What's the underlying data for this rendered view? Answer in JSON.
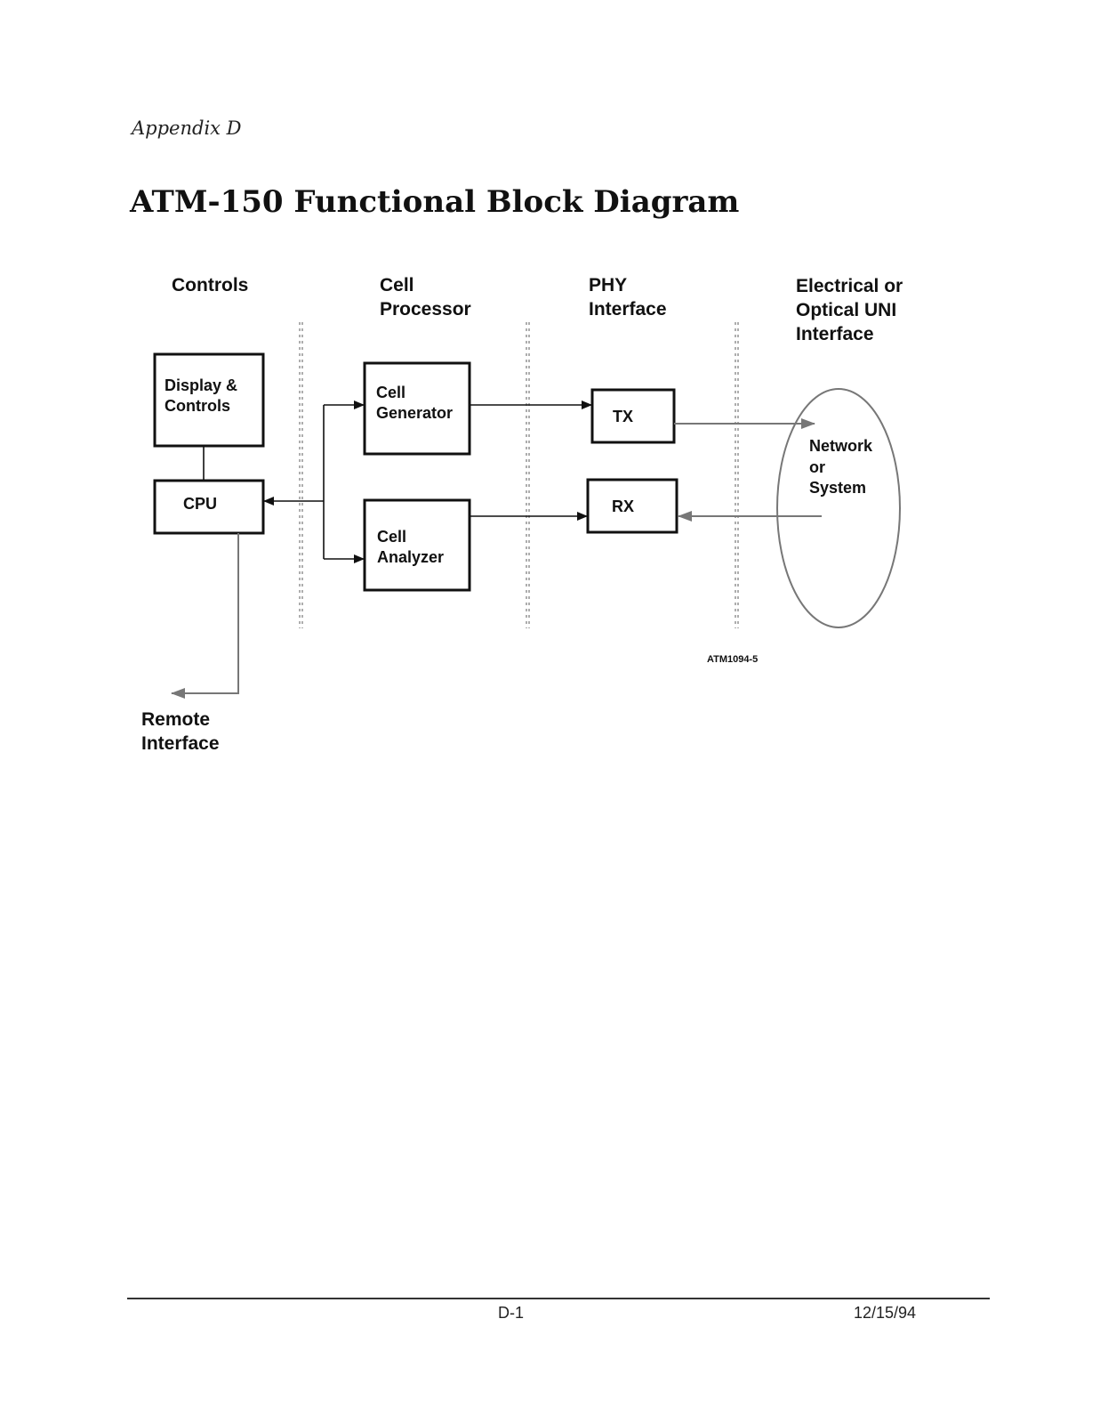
{
  "header": {
    "appendix": "Appendix D",
    "title": "ATM-150 Functional Block Diagram"
  },
  "diagram": {
    "columns": {
      "controls": [
        "Controls"
      ],
      "cell_processor": [
        "Cell",
        "Processor"
      ],
      "phy_interface": [
        "PHY",
        "Interface"
      ],
      "uni_interface": [
        "Electrical or",
        "Optical UNI",
        "Interface"
      ]
    },
    "blocks": {
      "display_controls": [
        "Display &",
        "Controls"
      ],
      "cpu": [
        "CPU"
      ],
      "cell_generator": [
        "Cell",
        "Generator"
      ],
      "cell_analyzer": [
        "Cell",
        "Analyzer"
      ],
      "tx": [
        "TX"
      ],
      "rx": [
        "RX"
      ],
      "network_system": [
        "Network",
        "or",
        "System"
      ]
    },
    "remote_interface": [
      "Remote",
      "Interface"
    ],
    "figure_id": "ATM1094-5",
    "edges": [
      {
        "from": "display_controls",
        "to": "cpu"
      },
      {
        "from": "bus",
        "to": "cpu"
      },
      {
        "from": "bus",
        "to": "cell_generator"
      },
      {
        "from": "bus",
        "to": "cell_analyzer"
      },
      {
        "from": "cell_generator",
        "to": "tx"
      },
      {
        "from": "cell_analyzer",
        "to": "rx"
      },
      {
        "from": "tx",
        "to": "network_system"
      },
      {
        "from": "network_system",
        "to": "rx"
      },
      {
        "from": "cpu",
        "to": "remote_interface"
      }
    ]
  },
  "footer": {
    "page": "D-1",
    "date": "12/15/94"
  }
}
